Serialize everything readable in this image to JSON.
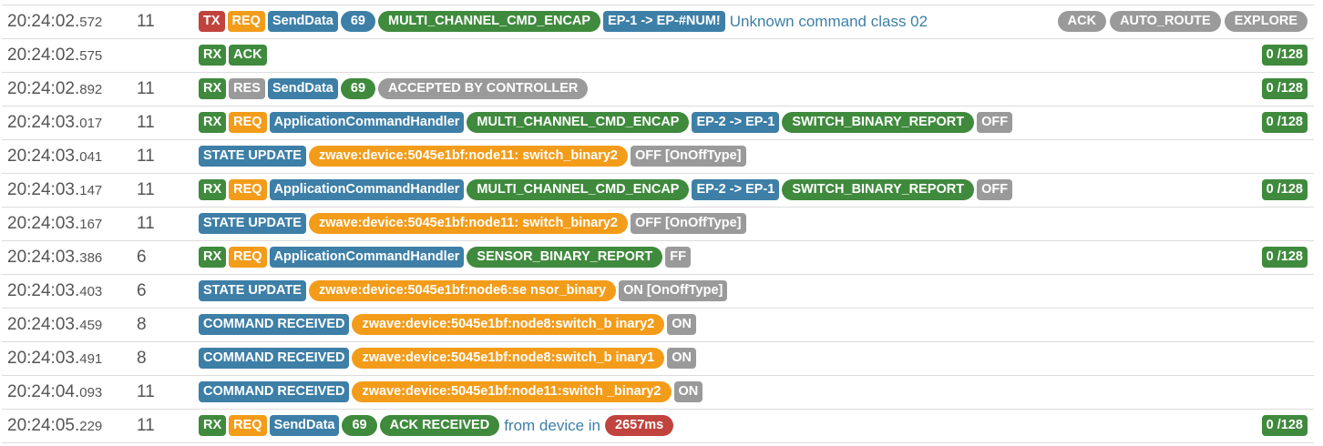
{
  "rows": [
    {
      "time": "20:24:02.",
      "ms": "572",
      "node": "11",
      "badges": [
        {
          "t": "TX",
          "c": "red",
          "s": "badge"
        },
        {
          "t": "REQ",
          "c": "orange",
          "s": "badge"
        },
        {
          "t": "SendData",
          "c": "blue",
          "s": "badge"
        },
        {
          "t": "69",
          "c": "blue",
          "s": "pill"
        },
        {
          "t": "MULTI_CHANNEL_CMD_ENCAP",
          "c": "green",
          "s": "pill"
        },
        {
          "t": "EP-1 -> EP-#NUM!",
          "c": "blue",
          "s": "badge"
        },
        {
          "t": "Unknown command class 02",
          "s": "text"
        }
      ],
      "right": [
        {
          "t": "ACK",
          "c": "grey",
          "s": "pill"
        },
        {
          "t": "AUTO_ROUTE",
          "c": "grey",
          "s": "pill"
        },
        {
          "t": "EXPLORE",
          "c": "grey",
          "s": "pill"
        }
      ]
    },
    {
      "time": "20:24:02.",
      "ms": "575",
      "node": "",
      "badges": [
        {
          "t": "RX",
          "c": "green",
          "s": "badge"
        },
        {
          "t": "ACK",
          "c": "green",
          "s": "badge"
        }
      ],
      "right": [
        {
          "t": "0 /128",
          "c": "green",
          "s": "badge"
        }
      ]
    },
    {
      "time": "20:24:02.",
      "ms": "892",
      "node": "11",
      "badges": [
        {
          "t": "RX",
          "c": "green",
          "s": "badge"
        },
        {
          "t": "RES",
          "c": "grey",
          "s": "badge"
        },
        {
          "t": "SendData",
          "c": "blue",
          "s": "badge"
        },
        {
          "t": "69",
          "c": "green",
          "s": "pill"
        },
        {
          "t": "ACCEPTED BY CONTROLLER",
          "c": "grey",
          "s": "pill"
        }
      ],
      "right": [
        {
          "t": "0 /128",
          "c": "green",
          "s": "badge"
        }
      ]
    },
    {
      "time": "20:24:03.",
      "ms": "017",
      "node": "11",
      "badges": [
        {
          "t": "RX",
          "c": "green",
          "s": "badge"
        },
        {
          "t": "REQ",
          "c": "orange",
          "s": "badge"
        },
        {
          "t": "ApplicationCommandHandler",
          "c": "blue",
          "s": "badge"
        },
        {
          "t": "MULTI_CHANNEL_CMD_ENCAP",
          "c": "green",
          "s": "pill"
        },
        {
          "t": "EP-2 -> EP-1",
          "c": "blue",
          "s": "badge"
        },
        {
          "t": "SWITCH_BINARY_REPORT",
          "c": "green",
          "s": "pill"
        },
        {
          "t": "OFF",
          "c": "grey",
          "s": "badge"
        }
      ],
      "right": [
        {
          "t": "0 /128",
          "c": "green",
          "s": "badge"
        }
      ]
    },
    {
      "time": "20:24:03.",
      "ms": "041",
      "node": "11",
      "badges": [
        {
          "t": "STATE UPDATE",
          "c": "blue",
          "s": "badge"
        },
        {
          "t": "zwave:device:5045e1bf:node11: switch_binary2",
          "c": "orange",
          "s": "pill"
        },
        {
          "t": "OFF [OnOffType]",
          "c": "grey",
          "s": "badge"
        }
      ],
      "right": []
    },
    {
      "time": "20:24:03.",
      "ms": "147",
      "node": "11",
      "badges": [
        {
          "t": "RX",
          "c": "green",
          "s": "badge"
        },
        {
          "t": "REQ",
          "c": "orange",
          "s": "badge"
        },
        {
          "t": "ApplicationCommandHandler",
          "c": "blue",
          "s": "badge"
        },
        {
          "t": "MULTI_CHANNEL_CMD_ENCAP",
          "c": "green",
          "s": "pill"
        },
        {
          "t": "EP-2 -> EP-1",
          "c": "blue",
          "s": "badge"
        },
        {
          "t": "SWITCH_BINARY_REPORT",
          "c": "green",
          "s": "pill"
        },
        {
          "t": "OFF",
          "c": "grey",
          "s": "badge"
        }
      ],
      "right": [
        {
          "t": "0 /128",
          "c": "green",
          "s": "badge"
        }
      ]
    },
    {
      "time": "20:24:03.",
      "ms": "167",
      "node": "11",
      "badges": [
        {
          "t": "STATE UPDATE",
          "c": "blue",
          "s": "badge"
        },
        {
          "t": "zwave:device:5045e1bf:node11: switch_binary2",
          "c": "orange",
          "s": "pill"
        },
        {
          "t": "OFF [OnOffType]",
          "c": "grey",
          "s": "badge"
        }
      ],
      "right": []
    },
    {
      "time": "20:24:03.",
      "ms": "386",
      "node": "6",
      "badges": [
        {
          "t": "RX",
          "c": "green",
          "s": "badge"
        },
        {
          "t": "REQ",
          "c": "orange",
          "s": "badge"
        },
        {
          "t": "ApplicationCommandHandler",
          "c": "blue",
          "s": "badge"
        },
        {
          "t": "SENSOR_BINARY_REPORT",
          "c": "green",
          "s": "pill"
        },
        {
          "t": "FF",
          "c": "grey",
          "s": "badge"
        }
      ],
      "right": [
        {
          "t": "0 /128",
          "c": "green",
          "s": "badge"
        }
      ]
    },
    {
      "time": "20:24:03.",
      "ms": "403",
      "node": "6",
      "badges": [
        {
          "t": "STATE UPDATE",
          "c": "blue",
          "s": "badge"
        },
        {
          "t": "zwave:device:5045e1bf:node6:se nsor_binary",
          "c": "orange",
          "s": "pill"
        },
        {
          "t": "ON [OnOffType]",
          "c": "grey",
          "s": "badge"
        }
      ],
      "right": []
    },
    {
      "time": "20:24:03.",
      "ms": "459",
      "node": "8",
      "badges": [
        {
          "t": "COMMAND RECEIVED",
          "c": "blue",
          "s": "badge"
        },
        {
          "t": "zwave:device:5045e1bf:node8:switch_b inary2",
          "c": "orange",
          "s": "pill"
        },
        {
          "t": "ON",
          "c": "grey",
          "s": "badge"
        }
      ],
      "right": []
    },
    {
      "time": "20:24:03.",
      "ms": "491",
      "node": "8",
      "badges": [
        {
          "t": "COMMAND RECEIVED",
          "c": "blue",
          "s": "badge"
        },
        {
          "t": "zwave:device:5045e1bf:node8:switch_b inary1",
          "c": "orange",
          "s": "pill"
        },
        {
          "t": "ON",
          "c": "grey",
          "s": "badge"
        }
      ],
      "right": []
    },
    {
      "time": "20:24:04.",
      "ms": "093",
      "node": "11",
      "badges": [
        {
          "t": "COMMAND RECEIVED",
          "c": "blue",
          "s": "badge"
        },
        {
          "t": "zwave:device:5045e1bf:node11:switch _binary2",
          "c": "orange",
          "s": "pill"
        },
        {
          "t": "ON",
          "c": "grey",
          "s": "badge"
        }
      ],
      "right": []
    },
    {
      "time": "20:24:05.",
      "ms": "229",
      "node": "11",
      "badges": [
        {
          "t": "RX",
          "c": "green",
          "s": "badge"
        },
        {
          "t": "REQ",
          "c": "orange",
          "s": "badge"
        },
        {
          "t": "SendData",
          "c": "blue",
          "s": "badge"
        },
        {
          "t": "69",
          "c": "green",
          "s": "pill"
        },
        {
          "t": "ACK RECEIVED",
          "c": "green",
          "s": "pill"
        },
        {
          "t": "from device in",
          "s": "text"
        },
        {
          "t": "2657ms",
          "c": "red",
          "s": "pill"
        }
      ],
      "right": [
        {
          "t": "0 /128",
          "c": "green",
          "s": "badge"
        }
      ]
    }
  ]
}
